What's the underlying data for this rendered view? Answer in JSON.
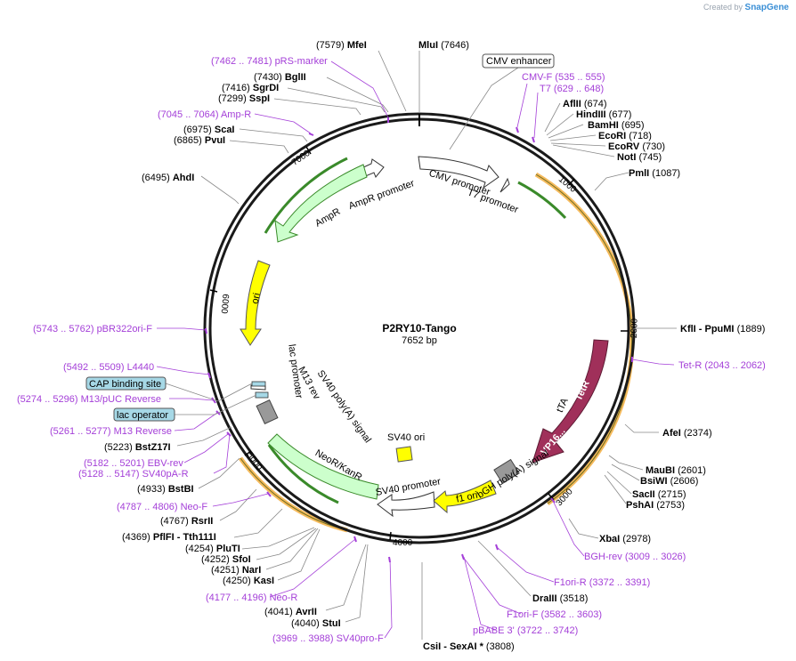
{
  "header": {
    "credit_prefix": "Created by",
    "credit_brand": "SnapGene"
  },
  "plasmid": {
    "name": "P2RY10-Tango",
    "size": "7652 bp"
  },
  "ruler_ticks": [
    "1000",
    "2000",
    "3000",
    "4000",
    "5000",
    "6000",
    "7000"
  ],
  "enzymes": [
    {
      "id": "mfei",
      "name": "MfeI",
      "pos": "(7579)"
    },
    {
      "id": "mlui",
      "name": "MluI",
      "pos": "(7646)"
    },
    {
      "id": "bglii",
      "name": "BglII",
      "pos": "(7430)"
    },
    {
      "id": "sgrdi",
      "name": "SgrDI",
      "pos": "(7416)"
    },
    {
      "id": "sspi",
      "name": "SspI",
      "pos": "(7299)"
    },
    {
      "id": "scai",
      "name": "ScaI",
      "pos": "(6975)"
    },
    {
      "id": "pvui",
      "name": "PvuI",
      "pos": "(6865)"
    },
    {
      "id": "ahdi",
      "name": "AhdI",
      "pos": "(6495)"
    },
    {
      "id": "aflii",
      "name": "AflII",
      "pos": "(674)"
    },
    {
      "id": "hindiii",
      "name": "HindIII",
      "pos": "(677)"
    },
    {
      "id": "bamhi",
      "name": "BamHI",
      "pos": "(695)"
    },
    {
      "id": "ecori",
      "name": "EcoRI",
      "pos": "(718)"
    },
    {
      "id": "ecorv",
      "name": "EcoRV",
      "pos": "(730)"
    },
    {
      "id": "noti",
      "name": "NotI",
      "pos": "(745)"
    },
    {
      "id": "pmli",
      "name": "PmlI",
      "pos": "(1087)"
    },
    {
      "id": "kfli",
      "name": "KflI  - PpuMI",
      "pos": "(1889)"
    },
    {
      "id": "afei",
      "name": "AfeI",
      "pos": "(2374)"
    },
    {
      "id": "maubi",
      "name": "MauBI",
      "pos": "(2601)"
    },
    {
      "id": "bsiwi",
      "name": "BsiWI",
      "pos": "(2606)"
    },
    {
      "id": "sacii",
      "name": "SacII",
      "pos": "(2715)"
    },
    {
      "id": "pshai",
      "name": "PshAI",
      "pos": "(2753)"
    },
    {
      "id": "xbai",
      "name": "XbaI",
      "pos": "(2978)"
    },
    {
      "id": "draiii",
      "name": "DraIII",
      "pos": "(3518)"
    },
    {
      "id": "csii",
      "name": "CsiI  - SexAI *",
      "pos": "(3808)"
    },
    {
      "id": "bstz17i",
      "name": "BstZ17I",
      "pos": "(5223)"
    },
    {
      "id": "bstbi",
      "name": "BstBI",
      "pos": "(4933)"
    },
    {
      "id": "rsrii",
      "name": "RsrII",
      "pos": "(4767)"
    },
    {
      "id": "pflfi",
      "name": "PflFI  - Tth111I",
      "pos": "(4369)"
    },
    {
      "id": "pluti",
      "name": "PluTI",
      "pos": "(4254)"
    },
    {
      "id": "sfoi",
      "name": "SfoI",
      "pos": "(4252)"
    },
    {
      "id": "nari",
      "name": "NarI",
      "pos": "(4251)"
    },
    {
      "id": "kasi",
      "name": "KasI",
      "pos": "(4250)"
    },
    {
      "id": "avrii",
      "name": "AvrII",
      "pos": "(4041)"
    },
    {
      "id": "stui",
      "name": "StuI",
      "pos": "(4040)"
    }
  ],
  "primers": [
    {
      "id": "prs",
      "name": "pRS-marker",
      "range": "(7462 .. 7481)"
    },
    {
      "id": "ampr",
      "name": "Amp-R",
      "range": "(7045 .. 7064)"
    },
    {
      "id": "cmvf",
      "name": "CMV-F",
      "range": "(535 .. 555)"
    },
    {
      "id": "t7",
      "name": "T7",
      "range": "(629 .. 648)"
    },
    {
      "id": "tetr",
      "name": "Tet-R",
      "range": "(2043 .. 2062)"
    },
    {
      "id": "pbr",
      "name": "pBR322ori-F",
      "range": "(5743 .. 5762)"
    },
    {
      "id": "l4440",
      "name": "L4440",
      "range": "(5492 .. 5509)"
    },
    {
      "id": "m13puc",
      "name": "M13/pUC Reverse",
      "range": "(5274 .. 5296)"
    },
    {
      "id": "m13rev",
      "name": "M13 Reverse",
      "range": "(5261 .. 5277)"
    },
    {
      "id": "ebv",
      "name": "EBV-rev",
      "range": "(5182 .. 5201)"
    },
    {
      "id": "sv40pa",
      "name": "SV40pA-R",
      "range": "(5128 .. 5147)"
    },
    {
      "id": "neof",
      "name": "Neo-F",
      "range": "(4787 .. 4806)"
    },
    {
      "id": "neor",
      "name": "Neo-R",
      "range": "(4177 .. 4196)"
    },
    {
      "id": "sv40pro",
      "name": "SV40pro-F",
      "range": "(3969 .. 3988)"
    },
    {
      "id": "bgh",
      "name": "BGH-rev",
      "range": "(3009 .. 3026)"
    },
    {
      "id": "f1orir",
      "name": "F1ori-R",
      "range": "(3372 .. 3391)"
    },
    {
      "id": "f1orif",
      "name": "F1ori-F",
      "range": "(3582 .. 3603)"
    },
    {
      "id": "pbabe",
      "name": "pBABE 3'",
      "range": "(3722 .. 3742)"
    }
  ],
  "boxed_features": [
    {
      "id": "cmvenh",
      "name": "CMV enhancer"
    },
    {
      "id": "cap",
      "name": "CAP binding site"
    },
    {
      "id": "lacop",
      "name": "lac operator"
    }
  ],
  "features": {
    "cmv_promoter": "CMV promoter",
    "t7_promoter": "T7 promoter",
    "ampr_promoter": "AmpR promoter",
    "ampr": "AmpR",
    "ori": "ori",
    "lac_promoter": "lac promoter",
    "m13_rev": "M13 rev",
    "sv40_polya": "SV40 poly(A) signal",
    "neor": "NeoR/KanR",
    "sv40_promoter": "SV40 promoter",
    "sv40_ori": "SV40 ori",
    "f1_ori": "f1 ori",
    "bgh_polya": "bGH poly(A) signal",
    "tta": "tTA",
    "tetr": "TetR",
    "vp16": "VP16..."
  },
  "colors": {
    "backbone": "#1a1a1a",
    "primer": "#a43fd8",
    "promoter": "#ffffff",
    "ampr": "#ccffcc",
    "ori": "#ffff00",
    "tta": "#a0305a",
    "polya": "#999999",
    "boxed": "#a6d8e6",
    "orf_highlight": "#f4b24a",
    "orf_green": "#3a8a2a"
  }
}
